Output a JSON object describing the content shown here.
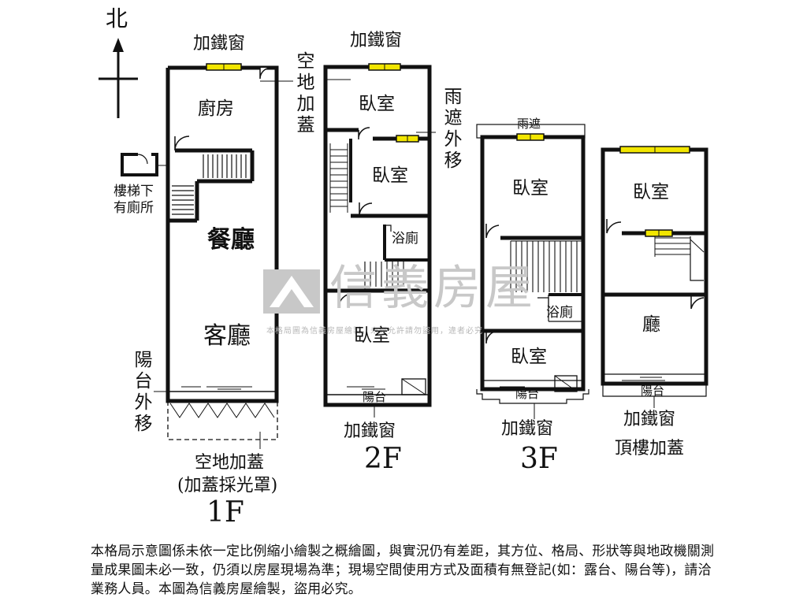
{
  "compass": {
    "north": "北"
  },
  "floor_labels": {
    "f1": "1F",
    "f2": "2F",
    "f3": "3F"
  },
  "f1": {
    "window": "加鐵窗",
    "extension_note": "空\n地\n加\n蓋",
    "kitchen": "廚房",
    "toilet_under_stairs": "樓梯下\n有廁所",
    "dining": "餐廳",
    "living": "客廳",
    "balcony_note": "陽\n台\n外\n移",
    "extension_bottom": "空地加蓋",
    "skylight": "(加蓋採光罩)"
  },
  "f2": {
    "window_top": "加鐵窗",
    "bedroom_top": "臥室",
    "bedroom_mid": "臥室",
    "bath": "浴廁",
    "bedroom_bottom": "臥室",
    "canopy_note": "雨\n遮\n外\n移",
    "balcony": "陽台",
    "window_bottom": "加鐵窗"
  },
  "f3": {
    "canopy": "雨遮",
    "bedroom_top": "臥室",
    "bath": "浴廁",
    "bedroom_bottom": "臥室",
    "balcony": "陽台",
    "window_bottom": "加鐵窗"
  },
  "roof": {
    "bedroom": "臥室",
    "hall": "廳",
    "balcony": "陽台",
    "window_bottom": "加鐵窗",
    "rooftop_extension": "頂樓加蓋"
  },
  "watermark": {
    "brand": "信義房屋",
    "notice": "本格局圖為信義房屋繪製，未經允許請勿盜用，違者必究"
  },
  "disclaimer": "本格局示意圖係未依一定比例縮小繪製之概繪圖，與實況仍有差距，其方位、格局、形狀等與地政機關測量成果圖未必一致，仍須以房屋現場為準；現場空間使用方式及面積有無登記(如：露台、陽台等)，請洽業務人員。本圖為信義房屋繪製，盜用必究。",
  "colors": {
    "wall": "#111111",
    "window": "#f2e600",
    "watermark": "#c8c8c8"
  }
}
